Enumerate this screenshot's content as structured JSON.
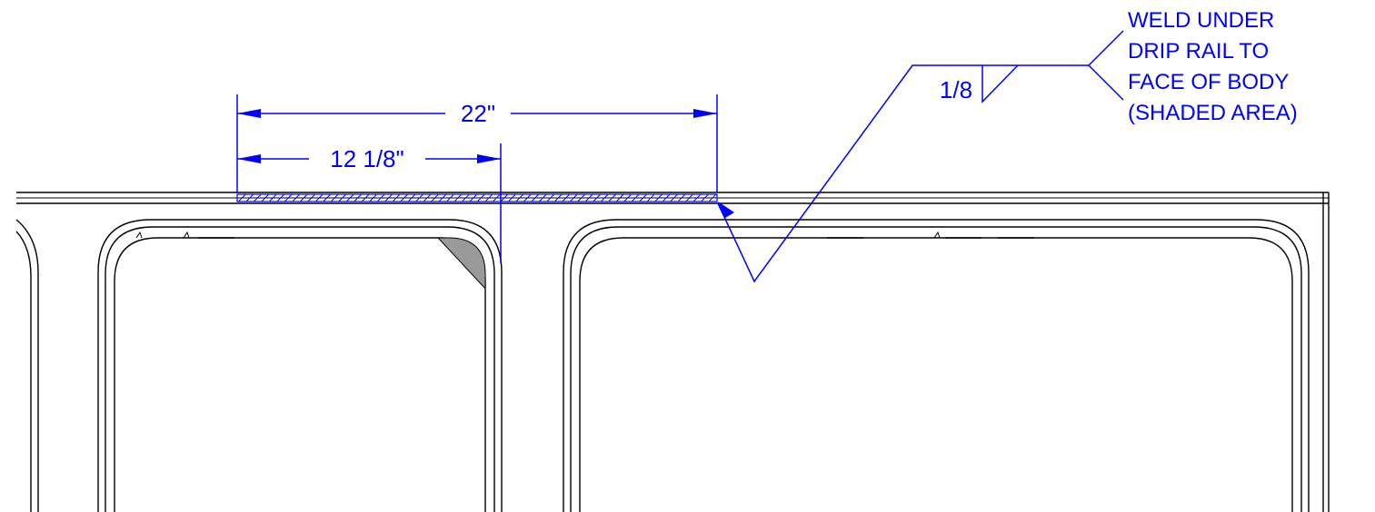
{
  "dimensions": {
    "overall": "22\"",
    "partial": "12 1/8\""
  },
  "weld_symbol": {
    "size": "1/8"
  },
  "note": {
    "lines": [
      "WELD UNDER",
      "DRIP RAIL TO",
      "FACE OF BODY",
      "(SHADED AREA)"
    ]
  },
  "colors": {
    "annotation": "#0000ff",
    "linework": "#000000",
    "shading": "#9a9a9a"
  }
}
